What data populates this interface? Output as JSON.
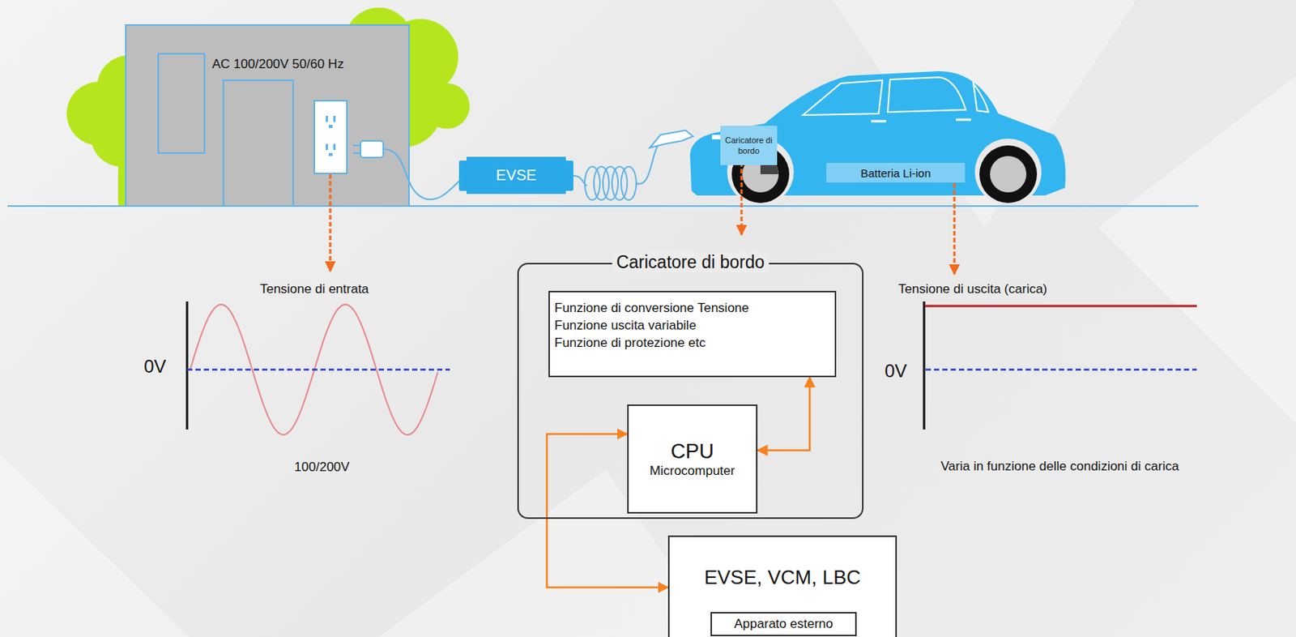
{
  "diagram": {
    "nodes": [
      {
        "text": [
          "EVSE"
        ]
      },
      {
        "text": [
          "Caricatore di bordo"
        ]
      },
      {
        "text": [
          "Batteria Li-ion"
        ]
      },
      {
        "text": [
          "Caricatore di bordo"
        ]
      },
      {
        "text": [
          "Funzione di conversione Tensione",
          "Funzione uscita variabile",
          "Funzione di protezione etc"
        ],
        "in": 3
      },
      {
        "text": [
          "CPU",
          "Microcomputer"
        ],
        "in": 3
      },
      {
        "text": [
          "EVSE, VCM, LBC"
        ]
      },
      {
        "text": [
          "Apparato esterno"
        ],
        "in": 6
      }
    ],
    "edges": [
      {
        "from": 5,
        "to": 4,
        "arrow": "both"
      },
      {
        "from": 5,
        "to": 6,
        "arrow": "both"
      }
    ],
    "labels": [
      "AC 100/200V 50/60 Hz",
      "Tensione di entrata",
      "0V",
      "100/200V",
      "Tensione di uscita (carica)",
      "0V",
      "Varia in funzione delle condizioni di carica"
    ]
  }
}
